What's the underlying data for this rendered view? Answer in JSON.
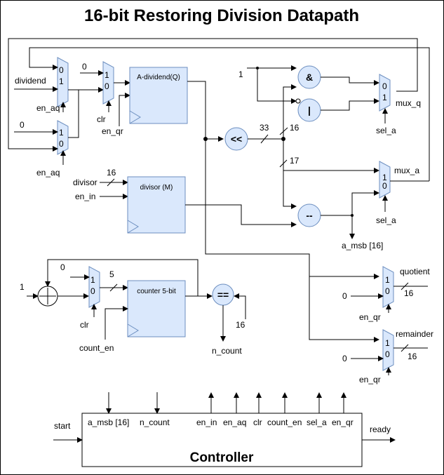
{
  "title": "16-bit Restoring Division Datapath",
  "mux_aq": {
    "in1": "0",
    "in2": "1",
    "sel": "en_aq",
    "input": "dividend"
  },
  "mux_aq2": {
    "in1": "1",
    "in2": "0",
    "sel": "en_aq",
    "input": "0"
  },
  "mux_qr": {
    "in1": "1",
    "in2": "0",
    "sel": "en_qr",
    "input": "0",
    "clr": "clr"
  },
  "reg_a": {
    "label": "A-dividend(Q)"
  },
  "reg_m": {
    "label": "divisor (M)",
    "input": "divisor",
    "en": "en_in",
    "width": "16"
  },
  "gates": {
    "and": "&",
    "or": "|",
    "shift": "<<",
    "sub": "--",
    "const1": "1"
  },
  "mux_q": {
    "label": "mux_q",
    "in1": "0",
    "in2": "1",
    "sel": "sel_a"
  },
  "mux_a": {
    "label": "mux_a",
    "in1": "1",
    "in2": "0",
    "sel": "sel_a"
  },
  "widths": {
    "w33": "33",
    "w16": "16",
    "w17": "17",
    "w5": "5"
  },
  "a_msb": "a_msb [16]",
  "counter": {
    "label": "counter 5-bit",
    "adder": "+",
    "in": "1",
    "mux_in1": "1",
    "mux_in2": "0",
    "mux_const": "0",
    "clr": "clr",
    "count_en": "count_en",
    "eq": "==",
    "eq_in": "16",
    "out": "n_count"
  },
  "out_q": {
    "label": "quotient",
    "in1": "1",
    "in2": "0",
    "const": "0",
    "sel": "en_qr",
    "width": "16"
  },
  "out_r": {
    "label": "remainder",
    "in1": "1",
    "in2": "0",
    "const": "0",
    "sel": "en_qr",
    "width": "16"
  },
  "controller": {
    "title": "Controller",
    "start": "start",
    "ready": "ready",
    "inputs": [
      "a_msb [16]",
      "n_count"
    ],
    "outputs": [
      "en_in",
      "en_aq",
      "clr",
      "count_en",
      "sel_a",
      "en_qr"
    ]
  }
}
